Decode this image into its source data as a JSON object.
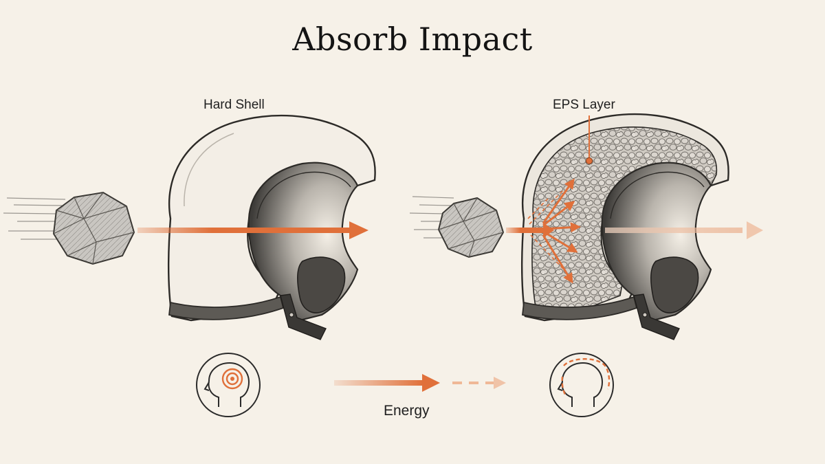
{
  "title": "Absorb Impact",
  "labels": {
    "hard_shell": "Hard Shell",
    "eps_layer": "EPS Layer",
    "energy": "Energy"
  },
  "colors": {
    "accent": "#e0703a",
    "background": "#f6f1e8",
    "ink": "#2a2a2a"
  },
  "icons": [
    "rock-icon",
    "helmet-icon",
    "head-impact-icon",
    "head-protected-icon",
    "energy-arrow-icon"
  ]
}
